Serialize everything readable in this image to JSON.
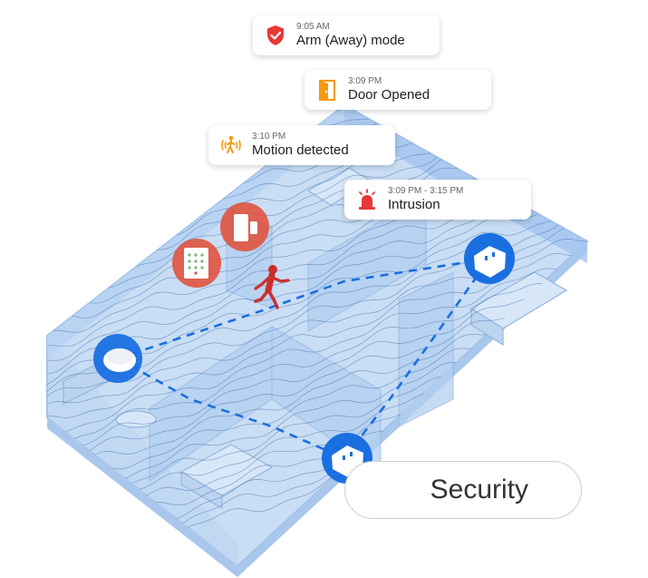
{
  "events": [
    {
      "time": "9:05 AM",
      "title": "Arm (Away) mode",
      "icon": "shield-check-icon",
      "color": "#e53935"
    },
    {
      "time": "3:09 PM",
      "title": "Door Opened",
      "icon": "door-icon",
      "color": "#f39c12"
    },
    {
      "time": "3:10 PM",
      "title": "Motion detected",
      "icon": "motion-person-icon",
      "color": "#f39c12"
    },
    {
      "time": "3:09 PM - 3:15 PM",
      "title": "Intrusion",
      "icon": "siren-icon",
      "color": "#e53935"
    }
  ],
  "label": "Security",
  "colors": {
    "floor": "#c7dcf4",
    "wall": "#a9c9ee",
    "wave": "#3a6aa8",
    "signal": "#1a6fe0",
    "alert": "#e0533f",
    "intruder": "#c9302c"
  }
}
